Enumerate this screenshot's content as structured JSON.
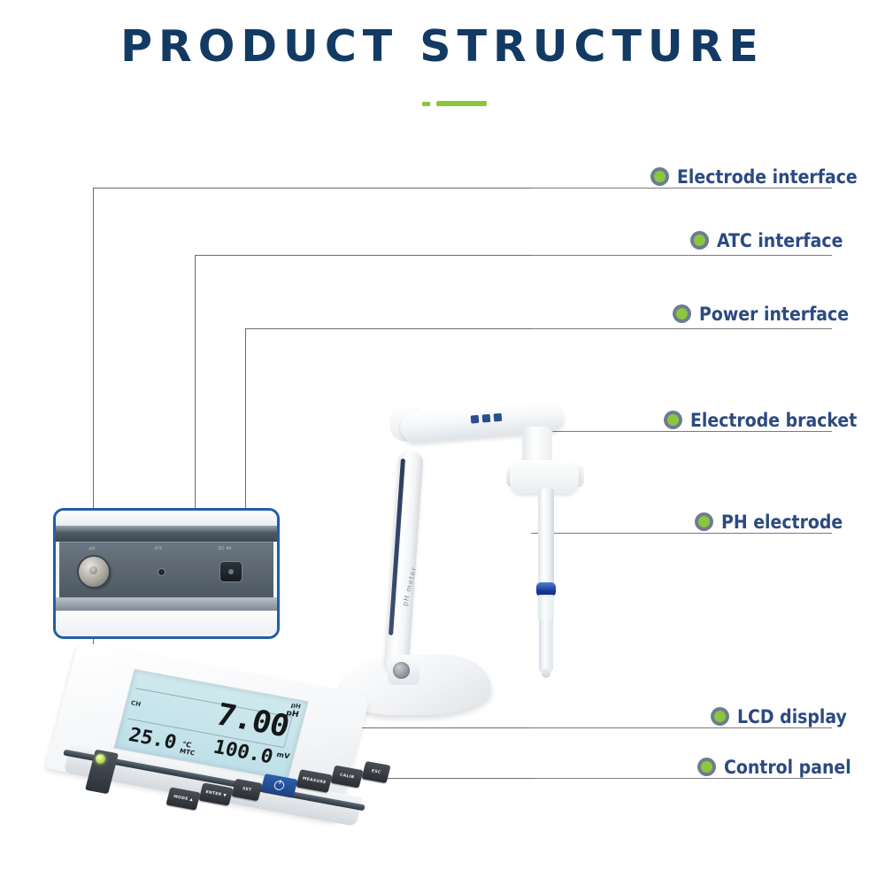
{
  "header": {
    "title": "PRODUCT STRUCTURE",
    "accent_color": "#8cc63e",
    "title_color": "#123a63"
  },
  "callouts": [
    {
      "id": "electrode-interface",
      "label": "Electrode interface"
    },
    {
      "id": "atc-interface",
      "label": "ATC interface"
    },
    {
      "id": "power-interface",
      "label": "Power interface"
    },
    {
      "id": "electrode-bracket",
      "label": "Electrode bracket"
    },
    {
      "id": "ph-electrode",
      "label": "PH electrode"
    },
    {
      "id": "lcd-display",
      "label": "LCD display"
    },
    {
      "id": "control-panel",
      "label": "Control panel"
    }
  ],
  "inset_panel": {
    "border_color": "#1f5fa8",
    "port_labels": {
      "electrode": "pH",
      "atc": "ATC",
      "power": "DC 9V"
    }
  },
  "lcd": {
    "main_value": "7.00",
    "main_unit": "pH",
    "temperature": "25.0",
    "temperature_unit": "°C",
    "temperature_mode": "MTC",
    "mv_value": "100.0",
    "mv_unit": "mV",
    "corner_left": "CH",
    "corner_right": "pH"
  },
  "control_panel": {
    "buttons": [
      {
        "id": "mode",
        "label": "MODE ▲"
      },
      {
        "id": "enter",
        "label": "ENTER ▼"
      },
      {
        "id": "set",
        "label": "SET"
      },
      {
        "id": "power",
        "label": "",
        "icon": "power-icon",
        "color": "#1d4382"
      },
      {
        "id": "measure",
        "label": "MEASURE"
      },
      {
        "id": "calib",
        "label": "CALIB"
      },
      {
        "id": "esc",
        "label": "ESC"
      }
    ]
  },
  "stand": {
    "brand_text": "pH meter",
    "indicator_count": 3
  }
}
